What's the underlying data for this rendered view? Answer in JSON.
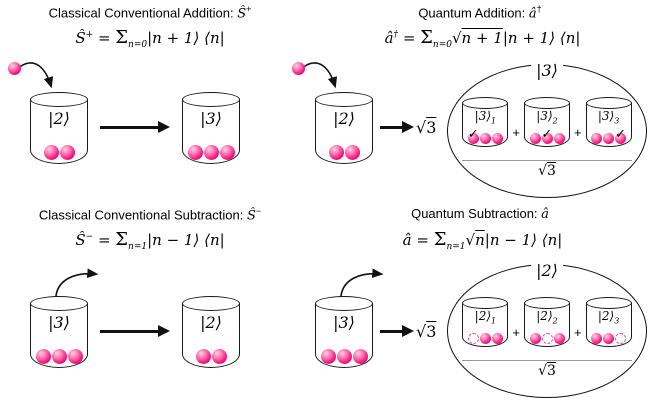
{
  "glyphs": {
    "check": "✓"
  },
  "colors": {
    "ball": "#f5117a",
    "outline": "#1a1a1a",
    "dashed_ball": "#ef4e8e",
    "arrow": "#111111"
  },
  "panels": {
    "classical_add": {
      "title_pre": "Classical Conventional Addition: ",
      "title_op": "Ŝ",
      "title_sup": "+",
      "f_op": "Ŝ",
      "f_op_sup": "+",
      "f_eq": "=",
      "f_sigma": "Σ",
      "f_sigma_sub": "n=0",
      "f_ket": "|n + 1⟩ ⟨n|",
      "from_label": "|2⟩",
      "from_balls": 2,
      "to_label": "|3⟩",
      "to_balls": 3
    },
    "quantum_add": {
      "title_pre": "Quantum Addition: ",
      "title_op": "â",
      "title_sup": "†",
      "f_op": "â",
      "f_op_sup": "†",
      "f_eq": "=",
      "f_sigma": "Σ",
      "f_sigma_sub": "n=0",
      "f_rad": "√",
      "f_radicand": "n + 1",
      "f_ket": "|n + 1⟩ ⟨n|",
      "from_label": "|2⟩",
      "from_balls": 2,
      "coef_rad": "√",
      "coef_radicand": "3",
      "superposition": {
        "state_label": "|3⟩",
        "plus": "+",
        "terms": [
          {
            "label": "|3⟩",
            "sub": "1",
            "balls": [
              "check",
              "ball",
              "ball"
            ]
          },
          {
            "label": "|3⟩",
            "sub": "2",
            "balls": [
              "ball",
              "check",
              "ball"
            ]
          },
          {
            "label": "|3⟩",
            "sub": "3",
            "balls": [
              "ball",
              "ball",
              "check"
            ]
          }
        ],
        "denom_rad": "√",
        "denom_radicand": "3"
      }
    },
    "classical_sub": {
      "title_pre": "Classical Conventional Subtraction: ",
      "title_op": "Ŝ",
      "title_sup": "−",
      "f_op": "Ŝ",
      "f_op_sup": "−",
      "f_eq": "=",
      "f_sigma": "Σ",
      "f_sigma_sub": "n=1",
      "f_ket": "|n − 1⟩ ⟨n|",
      "from_label": "|3⟩",
      "from_balls": 3,
      "to_label": "|2⟩",
      "to_balls": 2
    },
    "quantum_sub": {
      "title_pre": "Quantum Subtraction: ",
      "title_op": "â",
      "f_op": "â",
      "f_eq": "=",
      "f_sigma": "Σ",
      "f_sigma_sub": "n=1",
      "f_rad": "√",
      "f_radicand": "n",
      "f_ket": "|n − 1⟩ ⟨n|",
      "from_label": "|3⟩",
      "from_balls": 3,
      "coef_rad": "√",
      "coef_radicand": "3",
      "superposition": {
        "state_label": "|2⟩",
        "plus": "+",
        "terms": [
          {
            "label": "|2⟩",
            "sub": "1",
            "balls": [
              "dashed",
              "ball",
              "ball"
            ]
          },
          {
            "label": "|2⟩",
            "sub": "2",
            "balls": [
              "ball",
              "dashed",
              "ball"
            ]
          },
          {
            "label": "|2⟩",
            "sub": "3",
            "balls": [
              "ball",
              "ball",
              "dashed"
            ]
          }
        ],
        "denom_rad": "√",
        "denom_radicand": "3"
      }
    }
  }
}
